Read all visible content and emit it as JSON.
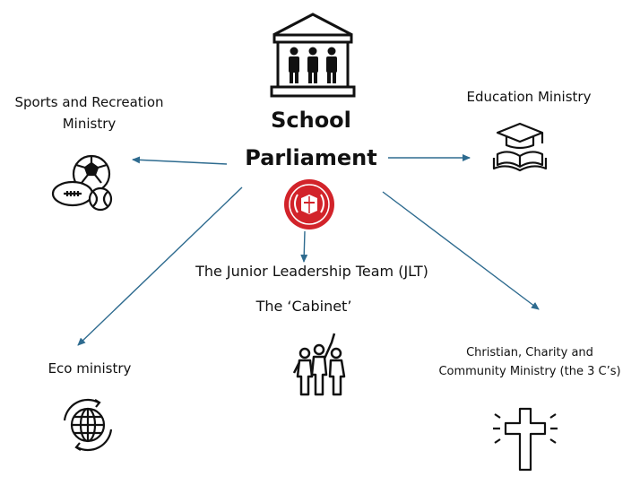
{
  "center": {
    "title_line1": "School",
    "title_line2": "Parliament"
  },
  "jlt": {
    "line1": "The Junior Leadership Team (JLT)",
    "line2": "The ‘Cabinet’"
  },
  "sports": {
    "line1": "Sports and Recreation",
    "line2": "Ministry"
  },
  "education": {
    "label": "Education Ministry"
  },
  "eco": {
    "label": "Eco ministry"
  },
  "christian": {
    "line1": "Christian, Charity and",
    "line2": "Community Ministry (the 3 C’s)"
  },
  "colors": {
    "arrow": "#2e6b8f",
    "badge": "#d2232a",
    "icon": "#111111"
  },
  "icons": [
    "parliament-building-icon",
    "school-badge-icon",
    "sports-balls-icon",
    "graduation-book-icon",
    "team-people-icon",
    "globe-icon",
    "cross-icon"
  ]
}
